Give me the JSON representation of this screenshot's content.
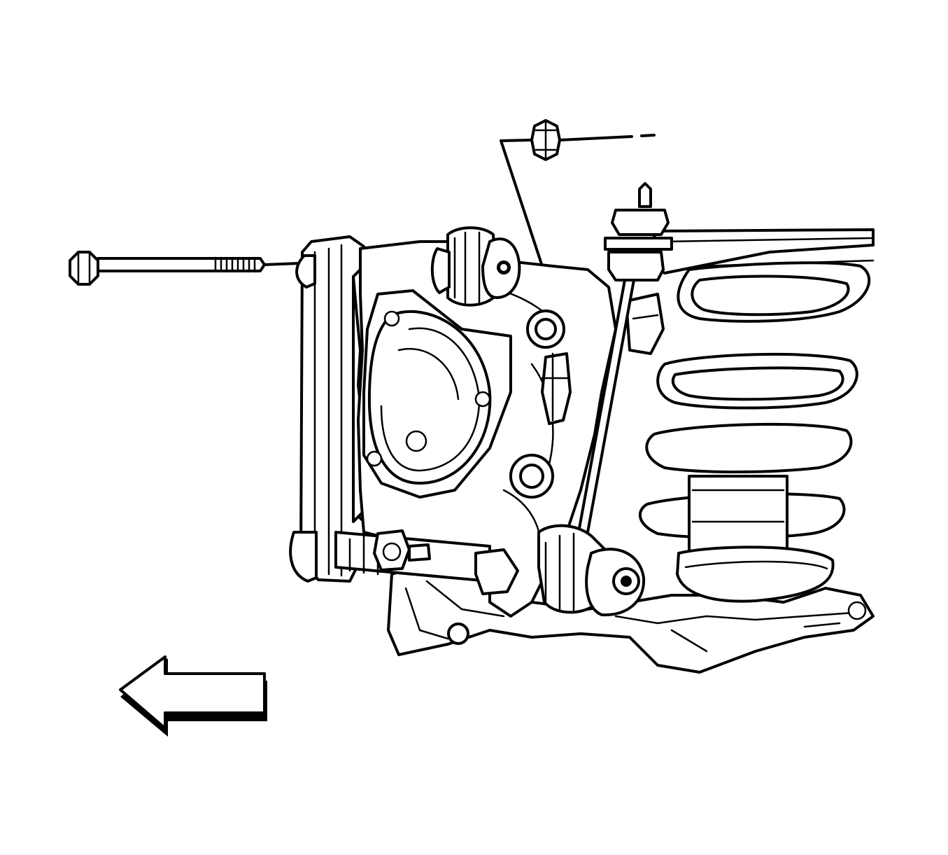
{
  "figure": {
    "colors": {
      "ink": "#000000",
      "paper": "#ffffff"
    },
    "parts": [
      {
        "id": "knuckle-bolt",
        "icon": "bolt-icon"
      },
      {
        "id": "upper-nut",
        "icon": "hex-nut-icon"
      },
      {
        "id": "front-direction-arrow",
        "icon": "arrow-left-icon",
        "direction": "left"
      }
    ]
  }
}
